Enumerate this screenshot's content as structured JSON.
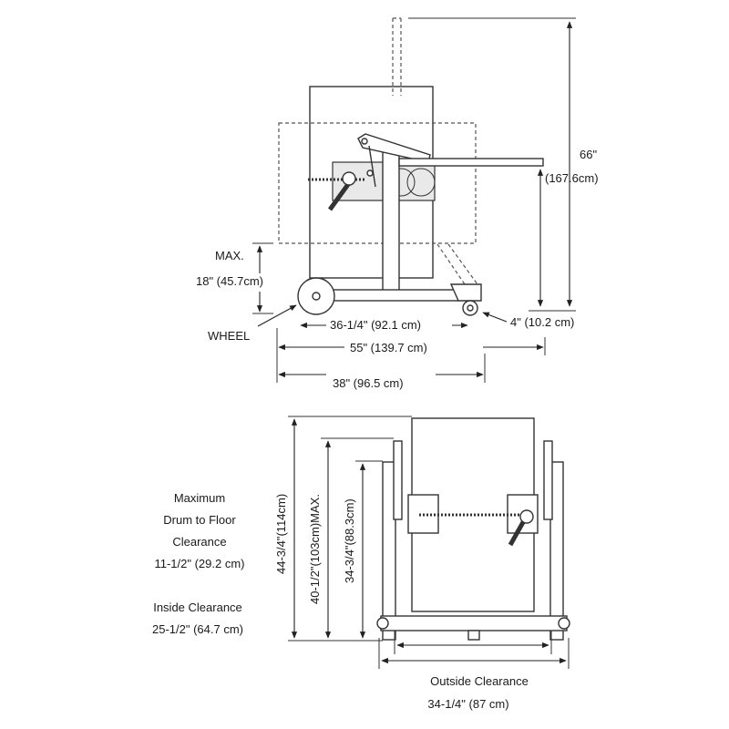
{
  "side_view": {
    "dim_height": "66\"",
    "dim_height_metric": "(167.6cm)",
    "dim_max_label": "MAX.",
    "dim_max_value": "18\" (45.7cm)",
    "wheel_label": "WHEEL",
    "dim_wheelbase": "36-1/4\" (92.1 cm)",
    "dim_caster": "4\" (10.2 cm)",
    "dim_overall": "55\" (139.7 cm)",
    "dim_base": "38\" (96.5 cm)"
  },
  "front_view": {
    "dim_outer_height": "44-3/4\"(114cm)",
    "dim_max_height": "40-1/2\"(103cm)MAX.",
    "dim_inner_height": "34-3/4\"(88.3cm)",
    "drum_clearance_lines": [
      "Maximum",
      "Drum to Floor",
      "Clearance",
      "11-1/2\" (29.2 cm)"
    ],
    "inside_clearance_lines": [
      "Inside Clearance",
      "25-1/2\" (64.7 cm)"
    ],
    "outside_clearance_lines": [
      "Outside Clearance",
      "34-1/4\" (87 cm)"
    ]
  }
}
